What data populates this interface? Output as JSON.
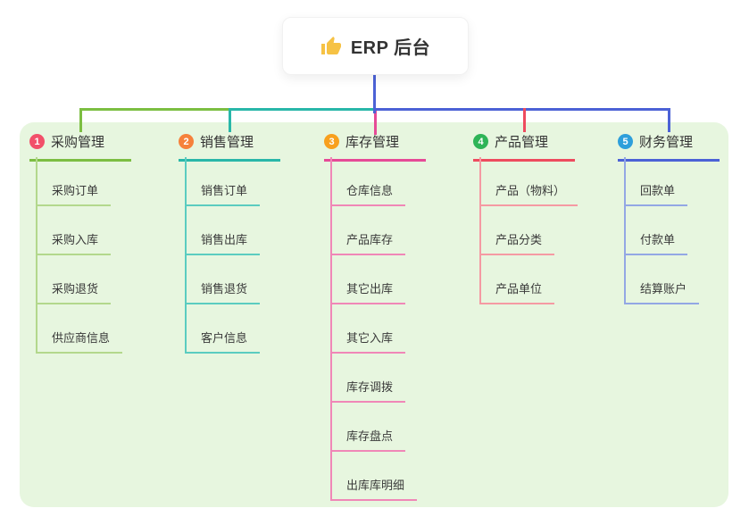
{
  "root": {
    "title": "ERP 后台",
    "icon": "thumbs-up-icon",
    "icon_color": "#F6C244"
  },
  "branches": [
    {
      "index": "1",
      "title": "采购管理",
      "badge_color": "#F2506A",
      "line_color": "#7CBE42",
      "child_line_color": "#B3D88C",
      "children": [
        "采购订单",
        "采购入库",
        "采购退货",
        "供应商信息"
      ]
    },
    {
      "index": "2",
      "title": "销售管理",
      "badge_color": "#F6813B",
      "line_color": "#29B7A9",
      "child_line_color": "#5BCCC0",
      "children": [
        "销售订单",
        "销售出库",
        "销售退货",
        "客户信息"
      ]
    },
    {
      "index": "3",
      "title": "库存管理",
      "badge_color": "#F8A01E",
      "line_color": "#E64A97",
      "child_line_color": "#F087B7",
      "children": [
        "仓库信息",
        "产品库存",
        "其它出库",
        "其它入库",
        "库存调拨",
        "库存盘点",
        "出库库明细"
      ]
    },
    {
      "index": "4",
      "title": "产品管理",
      "badge_color": "#2EB457",
      "line_color": "#EE4B5E",
      "child_line_color": "#F59AA3",
      "children": [
        "产品（物料）",
        "产品分类",
        "产品单位"
      ]
    },
    {
      "index": "5",
      "title": "财务管理",
      "badge_color": "#2E9FDB",
      "line_color": "#4C62D6",
      "child_line_color": "#93A7E4",
      "children": [
        "回款单",
        "付款单",
        "结算账户"
      ]
    }
  ],
  "colors": {
    "panel_bg": "#E7F6DF",
    "root_line": "#4C62D6",
    "text": "#333333"
  }
}
